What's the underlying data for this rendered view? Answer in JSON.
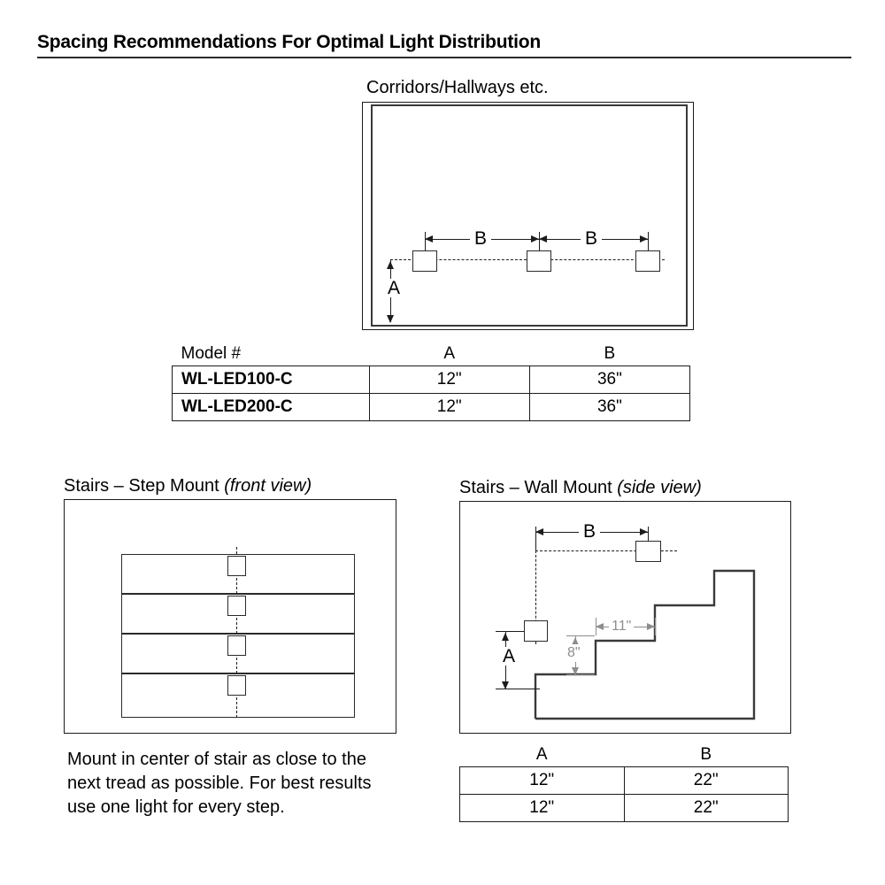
{
  "document": {
    "title": "Spacing Recommendations For Optimal Light Distribution"
  },
  "corridor_section": {
    "caption": "Corridors/Hallways etc.",
    "dimension_a_label": "A",
    "dimension_b_label_1": "B",
    "dimension_b_label_2": "B",
    "fixture_count": 3
  },
  "corridor_table": {
    "headers": [
      "Model #",
      "A",
      "B"
    ],
    "rows": [
      {
        "model": "WL-LED100-C",
        "a": "12\"",
        "b": "36\""
      },
      {
        "model": "WL-LED200-C",
        "a": "12\"",
        "b": "36\""
      }
    ]
  },
  "step_mount_section": {
    "caption_main": "Stairs – Step Mount ",
    "caption_italic": "(front view)",
    "step_count": 4,
    "fixture_count": 4
  },
  "step_mount_note": {
    "text": "Mount in center of stair as close to the next tread as possible. For best results use one light for every step."
  },
  "wall_mount_section": {
    "caption_main": "Stairs – Wall Mount ",
    "caption_italic": "(side view)",
    "dimension_a_label": "A",
    "dimension_b_label": "B",
    "tread_depth_label": "11\"",
    "riser_height_label": "8\"",
    "fixture_count": 2
  },
  "wall_mount_table": {
    "headers": [
      "A",
      "B"
    ],
    "rows": [
      {
        "a": "12\"",
        "b": "22\""
      },
      {
        "a": "12\"",
        "b": "22\""
      }
    ]
  },
  "colors": {
    "ink": "#1c1c1c",
    "gray_dimension": "#8d8d8d",
    "background": "#ffffff"
  },
  "chart_data": {
    "type": "table",
    "title": "Spacing Recommendations For Optimal Light Distribution",
    "tables": [
      {
        "name": "Corridors/Hallways etc.",
        "columns": [
          "Model #",
          "A",
          "B"
        ],
        "rows": [
          [
            "WL-LED100-C",
            "12\"",
            "36\""
          ],
          [
            "WL-LED200-C",
            "12\"",
            "36\""
          ]
        ]
      },
      {
        "name": "Stairs - Wall Mount (side view)",
        "columns": [
          "A",
          "B"
        ],
        "rows": [
          [
            "12\"",
            "22\""
          ],
          [
            "12\"",
            "22\""
          ]
        ]
      }
    ],
    "annotations": [
      "A",
      "B",
      "11\"",
      "8\""
    ]
  }
}
